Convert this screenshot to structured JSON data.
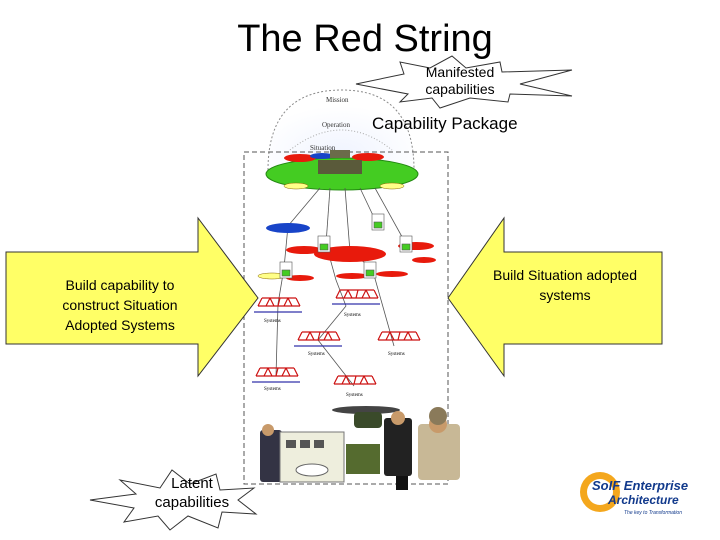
{
  "title": "The Red String",
  "top_label": "Manifested capabilities",
  "capability_package_label": "Capability Package",
  "left_arrow_text": "Build capability to construct Situation Adopted Systems",
  "right_arrow_text": "Build Situation adopted systems",
  "bottom_label": "Latent capabilities",
  "dome_labels": [
    "Mission",
    "Operation",
    "Situation"
  ],
  "system_label": "Systems",
  "logo": {
    "line1": "SoIF Enterprise",
    "line2": "Architecture",
    "tagline": "The key to Transformation"
  },
  "colors": {
    "arrow_fill": "#ffff66",
    "node_red": "#e81a0c",
    "node_blue": "#1844c8",
    "node_green": "#44cc22",
    "logo_blue": "#123a8c",
    "logo_orange": "#f4a71d"
  }
}
